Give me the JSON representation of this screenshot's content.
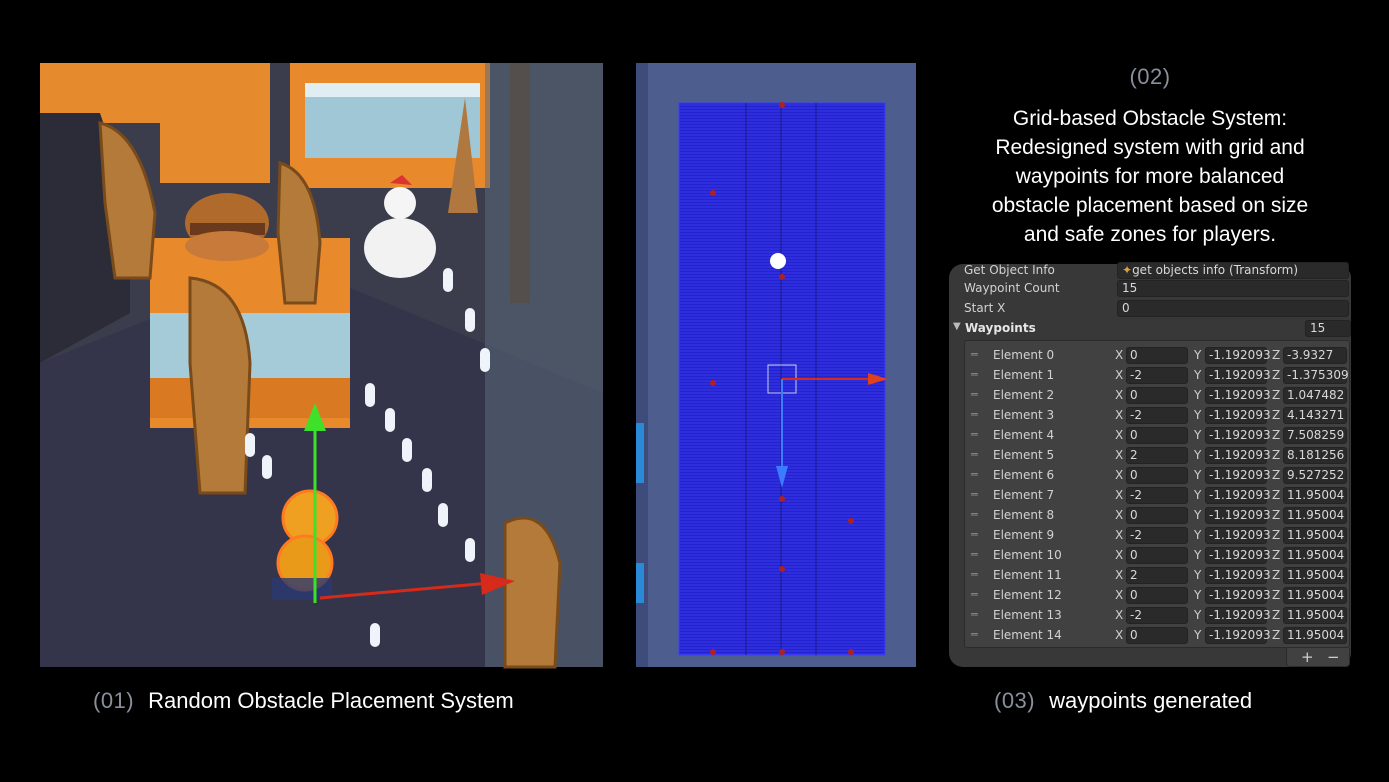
{
  "captions": {
    "panel1_num": "(01)",
    "panel1_text": "Random Obstacle Placement System",
    "panel2_num": "(02)",
    "panel3_num": "(03)",
    "panel3_text": "waypoints generated"
  },
  "description": {
    "line1": "Grid-based Obstacle System:",
    "line2": "Redesigned system with grid and",
    "line3": "waypoints for more balanced",
    "line4": "obstacle placement based on size",
    "line5": "and safe zones for players."
  },
  "inspector": {
    "get_object_info_label": "Get Object Info",
    "get_object_info_value": "get objects info (Transform)",
    "waypoint_count_label": "Waypoint Count",
    "waypoint_count_value": "15",
    "start_x_label": "Start X",
    "start_x_value": "0",
    "waypoints_label": "Waypoints",
    "waypoints_size": "15",
    "add_label": "+",
    "remove_label": "−",
    "elements": [
      {
        "name": "Element 0",
        "x": "0",
        "y": "-1.192093",
        "z": "-3.9327"
      },
      {
        "name": "Element 1",
        "x": "-2",
        "y": "-1.192093",
        "z": "-1.375309"
      },
      {
        "name": "Element 2",
        "x": "0",
        "y": "-1.192093",
        "z": "1.047482"
      },
      {
        "name": "Element 3",
        "x": "-2",
        "y": "-1.192093",
        "z": "4.143271"
      },
      {
        "name": "Element 4",
        "x": "0",
        "y": "-1.192093",
        "z": "7.508259"
      },
      {
        "name": "Element 5",
        "x": "2",
        "y": "-1.192093",
        "z": "8.181256"
      },
      {
        "name": "Element 6",
        "x": "0",
        "y": "-1.192093",
        "z": "9.527252"
      },
      {
        "name": "Element 7",
        "x": "-2",
        "y": "-1.192093",
        "z": "11.95004"
      },
      {
        "name": "Element 8",
        "x": "0",
        "y": "-1.192093",
        "z": "11.95004"
      },
      {
        "name": "Element 9",
        "x": "-2",
        "y": "-1.192093",
        "z": "11.95004"
      },
      {
        "name": "Element 10",
        "x": "0",
        "y": "-1.192093",
        "z": "11.95004"
      },
      {
        "name": "Element 11",
        "x": "2",
        "y": "-1.192093",
        "z": "11.95004"
      },
      {
        "name": "Element 12",
        "x": "0",
        "y": "-1.192093",
        "z": "11.95004"
      },
      {
        "name": "Element 13",
        "x": "-2",
        "y": "-1.192093",
        "z": "11.95004"
      },
      {
        "name": "Element 14",
        "x": "0",
        "y": "-1.192093",
        "z": "11.95004"
      }
    ]
  },
  "colors": {
    "background": "#000000",
    "inspector_bg": "#383838",
    "grid_blue": "#2a2ae0",
    "gizmo_red": "#d62a1a",
    "gizmo_green": "#3ee02a",
    "gizmo_blue": "#3a7bff"
  }
}
